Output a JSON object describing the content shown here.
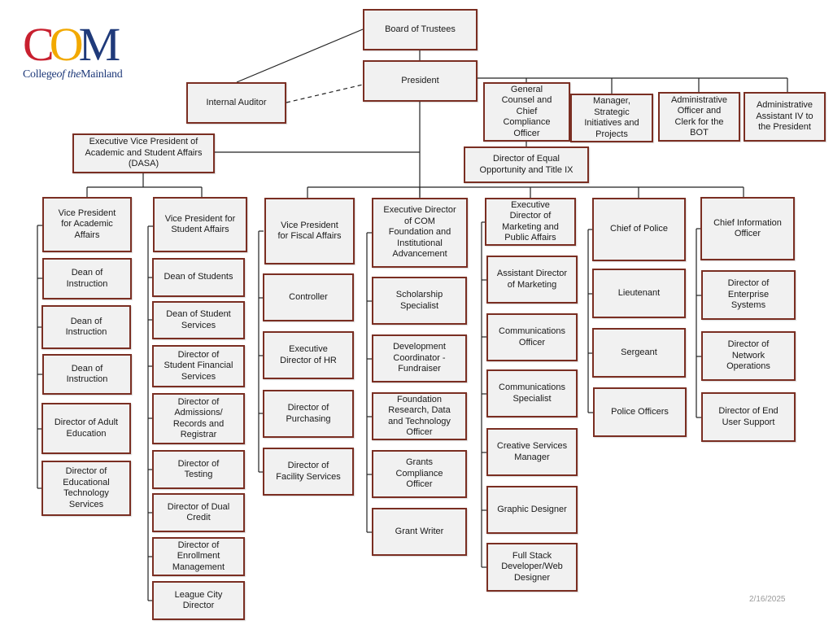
{
  "logo": {
    "letters": [
      "C",
      "O",
      "M"
    ],
    "text_prefix": "College",
    "text_italic": "of the",
    "text_suffix": "Mainland",
    "colors": {
      "red": "#c8202f",
      "gold": "#f2a900",
      "blue": "#1f3a7a"
    }
  },
  "footer": {
    "date": "2/16/2025"
  },
  "colors": {
    "box_border": "#7a2e22",
    "box_fill": "#f1f1f1",
    "line": "#222222"
  },
  "nodes": {
    "board": "Board of Trustees",
    "president": "President",
    "auditor": "Internal Auditor",
    "gc": "General Counsel and Chief Compliance Officer",
    "mgr_sip": "Manager, Strategic Initiatives and Projects",
    "admin_bot": "Administrative Officer and Clerk for the BOT",
    "admin_asst": "Administrative Assistant IV to the President",
    "deo": "Director of Equal Opportunity and Title IX",
    "evp": "Executive Vice President of Academic and Student Affairs (DASA)",
    "vpaa": "Vice President for Academic Affairs",
    "dean1": "Dean of Instruction",
    "dean2": "Dean of Instruction",
    "dean3": "Dean of Instruction",
    "dir_adult": "Director of Adult Education",
    "dir_edtech": "Director of Educational Technology Services",
    "vpsa": "Vice President for Student Affairs",
    "dean_students": "Dean of Students",
    "dean_ss": "Dean of Student Services",
    "dir_sfs": "Director of Student Financial Services",
    "dir_adm": "Director of Admissions/ Records and Registrar",
    "dir_test": "Director of Testing",
    "dir_dual": "Director of Dual Credit",
    "dir_enroll": "Director of Enrollment Management",
    "lc_dir": "League City Director",
    "vpfa": "Vice President for Fiscal Affairs",
    "controller": "Controller",
    "ed_hr": "Executive Director of HR",
    "dir_purch": "Director of Purchasing",
    "dir_fac": "Director of Facility Services",
    "ed_found": "Executive Director of COM Foundation and Institutional Advancement",
    "schol": "Scholarship Specialist",
    "dev_coord": "Development Coordinator - Fundraiser",
    "found_res": "Foundation Research, Data and Technology Officer",
    "grants_comp": "Grants Compliance Officer",
    "grant_writer": "Grant Writer",
    "ed_mkt": "Executive Director of Marketing and Public Affairs",
    "asst_mkt": "Assistant Director of Marketing",
    "comm_off": "Communications Officer",
    "comm_spec": "Communications Specialist",
    "creative": "Creative Services Manager",
    "graphic": "Graphic Designer",
    "fullstack": "Full Stack Developer/Web Designer",
    "police_chief": "Chief of Police",
    "lieutenant": "Lieutenant",
    "sergeant": "Sergeant",
    "police_off": "Police Officers",
    "cio": "Chief Information Officer",
    "dir_ent": "Director of Enterprise Systems",
    "dir_net": "Director of Network Operations",
    "dir_eus": "Director of End User Support"
  },
  "node_lines": {
    "gc": [
      "General",
      "Counsel and",
      "Chief",
      "Compliance",
      "Officer"
    ],
    "mgr_sip": [
      "Manager,",
      "Strategic",
      "Initiatives and",
      "Projects"
    ],
    "admin_bot": [
      "Administrative",
      "Officer and",
      "Clerk for the",
      "BOT"
    ],
    "admin_asst": [
      "Administrative",
      "Assistant IV to",
      "the President"
    ],
    "deo": [
      "Director of Equal",
      "Opportunity and Title IX"
    ],
    "evp": [
      "Executive Vice President of",
      "Academic and Student Affairs",
      "(DASA)"
    ],
    "vpaa": [
      "Vice President",
      "for Academic",
      "Affairs"
    ],
    "dean1": [
      "Dean of",
      "Instruction"
    ],
    "dean2": [
      "Dean of",
      "Instruction"
    ],
    "dean3": [
      "Dean of",
      "Instruction"
    ],
    "dir_adult": [
      "Director of Adult",
      "Education"
    ],
    "dir_edtech": [
      "Director of",
      "Educational",
      "Technology",
      "Services"
    ],
    "vpsa": [
      "Vice President for",
      "Student Affairs"
    ],
    "dean_ss": [
      "Dean of Student",
      "Services"
    ],
    "dir_sfs": [
      "Director of",
      "Student Financial",
      "Services"
    ],
    "dir_adm": [
      "Director of",
      "Admissions/",
      "Records and",
      "Registrar"
    ],
    "dir_test": [
      "Director of",
      "Testing"
    ],
    "dir_dual": [
      "Director of Dual",
      "Credit"
    ],
    "dir_enroll": [
      "Director of",
      "Enrollment",
      "Management"
    ],
    "lc_dir": [
      "League City",
      "Director"
    ],
    "vpfa": [
      "Vice President",
      "for Fiscal Affairs"
    ],
    "ed_hr": [
      "Executive",
      "Director of HR"
    ],
    "dir_purch": [
      "Director of",
      "Purchasing"
    ],
    "dir_fac": [
      "Director of",
      "Facility Services"
    ],
    "ed_found": [
      "Executive Director",
      "of COM",
      "Foundation and",
      "Institutional",
      "Advancement"
    ],
    "schol": [
      "Scholarship",
      "Specialist"
    ],
    "dev_coord": [
      "Development",
      "Coordinator -",
      "Fundraiser"
    ],
    "found_res": [
      "Foundation",
      "Research, Data",
      "and Technology",
      "Officer"
    ],
    "grants_comp": [
      "Grants",
      "Compliance",
      "Officer"
    ],
    "ed_mkt": [
      "Executive",
      "Director of",
      "Marketing and",
      "Public Affairs"
    ],
    "asst_mkt": [
      "Assistant Director",
      "of Marketing"
    ],
    "comm_off": [
      "Communications",
      "Officer"
    ],
    "comm_spec": [
      "Communications",
      "Specialist"
    ],
    "creative": [
      "Creative Services",
      "Manager"
    ],
    "fullstack": [
      "Full Stack",
      "Developer/Web",
      "Designer"
    ],
    "cio": [
      "Chief Information",
      "Officer"
    ],
    "dir_ent": [
      "Director of",
      "Enterprise",
      "Systems"
    ],
    "dir_net": [
      "Director of",
      "Network",
      "Operations"
    ],
    "dir_eus": [
      "Director of End",
      "User Support"
    ]
  }
}
